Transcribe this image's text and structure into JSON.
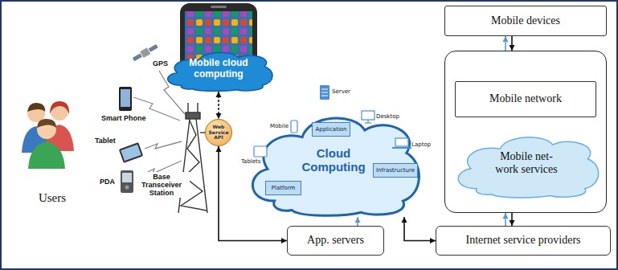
{
  "diagram": {
    "nodes": [
      {
        "text": [
          "Mobile cloud computing"
        ]
      },
      {
        "text": [
          "Web Service API"
        ]
      },
      {
        "text": [
          "Cloud Computing"
        ]
      },
      {
        "text": [
          "Application"
        ],
        "in": 2
      },
      {
        "text": [
          "Platform"
        ],
        "in": 2
      },
      {
        "text": [
          "Infrastructure"
        ],
        "in": 2
      },
      {
        "text": [
          "App. servers"
        ]
      },
      {
        "text": [
          "Mobile devices"
        ]
      },
      {
        "text": []
      },
      {
        "text": [
          "Mobile network"
        ],
        "in": 8
      },
      {
        "text": [
          "Mobile net-work services"
        ],
        "in": 8
      },
      {
        "text": [
          "Internet service providers"
        ]
      }
    ],
    "edges": [
      {
        "from": 0,
        "to": 1,
        "arrow": "both"
      },
      {
        "from": 1,
        "to": 6,
        "arrow": "both"
      },
      {
        "from": 6,
        "to": 2,
        "arrow": "to"
      },
      {
        "from": 2,
        "to": 11,
        "arrow": "both"
      },
      {
        "from": 8,
        "to": 7,
        "arrow": "to"
      },
      {
        "from": 7,
        "to": 8,
        "arrow": "to"
      },
      {
        "from": 11,
        "to": 8,
        "arrow": "to"
      },
      {
        "from": 8,
        "to": 11,
        "arrow": "to"
      }
    ],
    "labels": [
      "Users",
      "GPS",
      "Smart Phone",
      "Tablet",
      "PDA",
      "Base Transceiver Station",
      "Server",
      "Mobile",
      "Tablets",
      "Desktop",
      "Laptop"
    ]
  }
}
